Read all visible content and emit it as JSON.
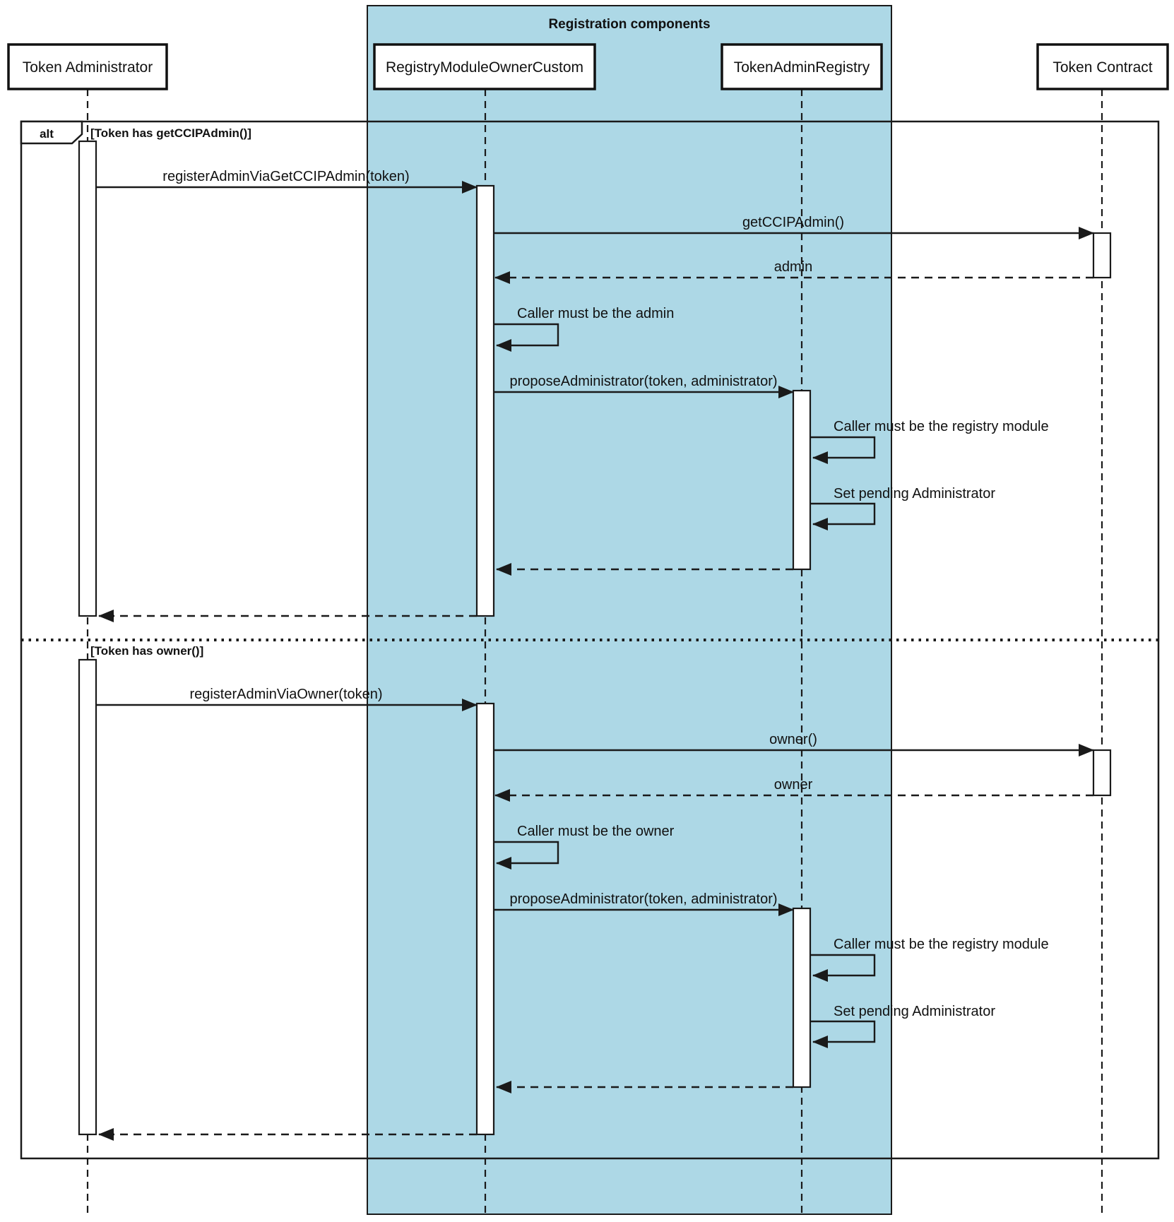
{
  "diagram": {
    "type": "uml-sequence",
    "colors": {
      "group_fill": "#ADD8E6",
      "line": "#1a1a1a",
      "background": "#ffffff"
    },
    "group": {
      "title": "Registration components"
    },
    "participants": [
      {
        "name": "Token Administrator"
      },
      {
        "name": "RegistryModuleOwnerCustom"
      },
      {
        "name": "TokenAdminRegistry"
      },
      {
        "name": "Token Contract"
      }
    ],
    "frame": {
      "operator": "alt"
    },
    "sections": [
      {
        "guard": "[Token has getCCIPAdmin()]",
        "messages": [
          {
            "from": "Token Administrator",
            "to": "RegistryModuleOwnerCustom",
            "label": "registerAdminViaGetCCIPAdmin(token)",
            "kind": "sync"
          },
          {
            "from": "RegistryModuleOwnerCustom",
            "to": "Token Contract",
            "label": "getCCIPAdmin()",
            "kind": "sync"
          },
          {
            "from": "Token Contract",
            "to": "RegistryModuleOwnerCustom",
            "label": "admin",
            "kind": "return"
          },
          {
            "from": "RegistryModuleOwnerCustom",
            "to": "RegistryModuleOwnerCustom",
            "label": "Caller must be the admin",
            "kind": "self"
          },
          {
            "from": "RegistryModuleOwnerCustom",
            "to": "TokenAdminRegistry",
            "label": "proposeAdministrator(token, administrator)",
            "kind": "sync"
          },
          {
            "from": "TokenAdminRegistry",
            "to": "TokenAdminRegistry",
            "label": "Caller must be the registry module",
            "kind": "self"
          },
          {
            "from": "TokenAdminRegistry",
            "to": "TokenAdminRegistry",
            "label": "Set pending Administrator",
            "kind": "self"
          },
          {
            "from": "TokenAdminRegistry",
            "to": "RegistryModuleOwnerCustom",
            "label": "",
            "kind": "return"
          },
          {
            "from": "RegistryModuleOwnerCustom",
            "to": "Token Administrator",
            "label": "",
            "kind": "return"
          }
        ]
      },
      {
        "guard": "[Token has owner()]",
        "messages": [
          {
            "from": "Token Administrator",
            "to": "RegistryModuleOwnerCustom",
            "label": "registerAdminViaOwner(token)",
            "kind": "sync"
          },
          {
            "from": "RegistryModuleOwnerCustom",
            "to": "Token Contract",
            "label": "owner()",
            "kind": "sync"
          },
          {
            "from": "Token Contract",
            "to": "RegistryModuleOwnerCustom",
            "label": "owner",
            "kind": "return"
          },
          {
            "from": "RegistryModuleOwnerCustom",
            "to": "RegistryModuleOwnerCustom",
            "label": "Caller must be the owner",
            "kind": "self"
          },
          {
            "from": "RegistryModuleOwnerCustom",
            "to": "TokenAdminRegistry",
            "label": "proposeAdministrator(token, administrator)",
            "kind": "sync"
          },
          {
            "from": "TokenAdminRegistry",
            "to": "TokenAdminRegistry",
            "label": "Caller must be the registry module",
            "kind": "self"
          },
          {
            "from": "TokenAdminRegistry",
            "to": "TokenAdminRegistry",
            "label": "Set pending Administrator",
            "kind": "self"
          },
          {
            "from": "TokenAdminRegistry",
            "to": "RegistryModuleOwnerCustom",
            "label": "",
            "kind": "return"
          },
          {
            "from": "RegistryModuleOwnerCustom",
            "to": "Token Administrator",
            "label": "",
            "kind": "return"
          }
        ]
      }
    ]
  }
}
